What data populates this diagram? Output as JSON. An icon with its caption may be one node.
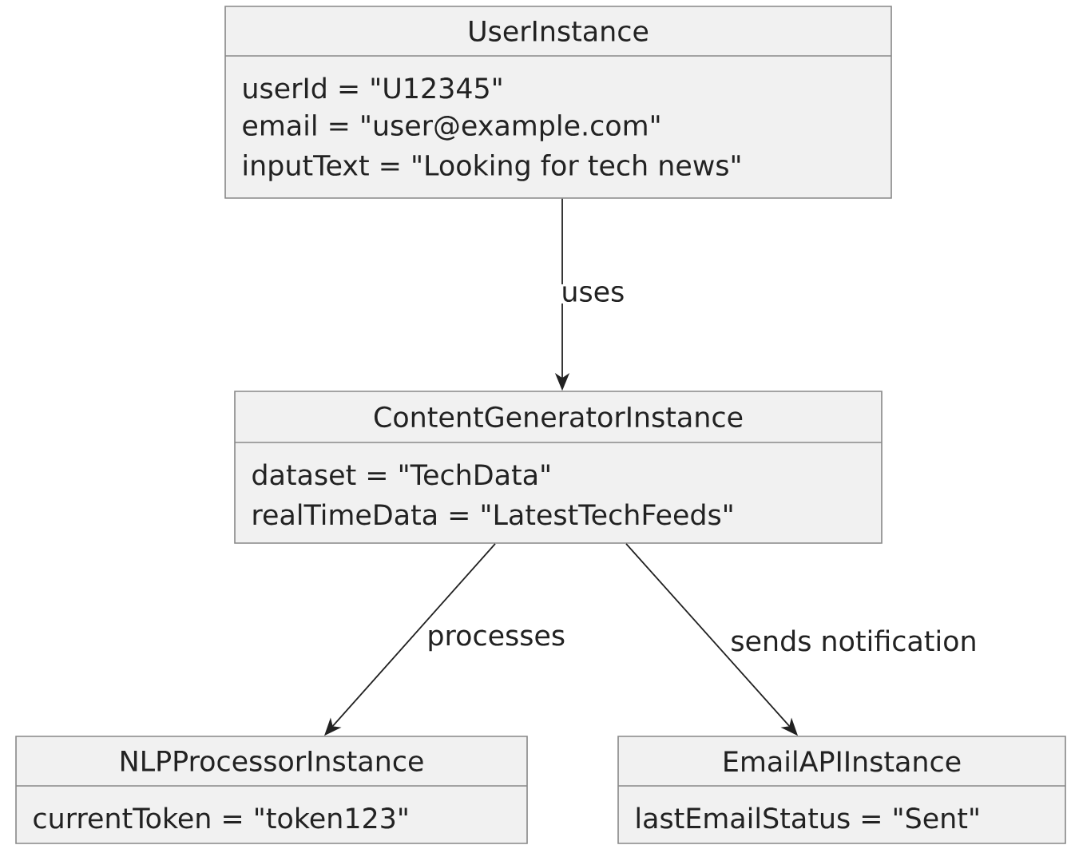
{
  "diagram": {
    "nodes": [
      {
        "text": [
          "UserInstance",
          "userId = \"U12345\"",
          "email = \"user@example.com\"",
          "inputText = \"Looking for tech news\""
        ]
      },
      {
        "text": [
          "ContentGeneratorInstance",
          "dataset = \"TechData\"",
          "realTimeData = \"LatestTechFeeds\""
        ]
      },
      {
        "text": [
          "NLPProcessorInstance",
          "currentToken = \"token123\""
        ]
      },
      {
        "text": [
          "EmailAPIInstance",
          "lastEmailStatus = \"Sent\""
        ]
      }
    ],
    "edges": [
      {
        "from": 0,
        "to": 1,
        "arrow": "to",
        "label": "uses"
      },
      {
        "from": 1,
        "to": 2,
        "arrow": "to",
        "label": "processes"
      },
      {
        "from": 1,
        "to": 3,
        "arrow": "to",
        "label": "sends notification"
      }
    ]
  }
}
